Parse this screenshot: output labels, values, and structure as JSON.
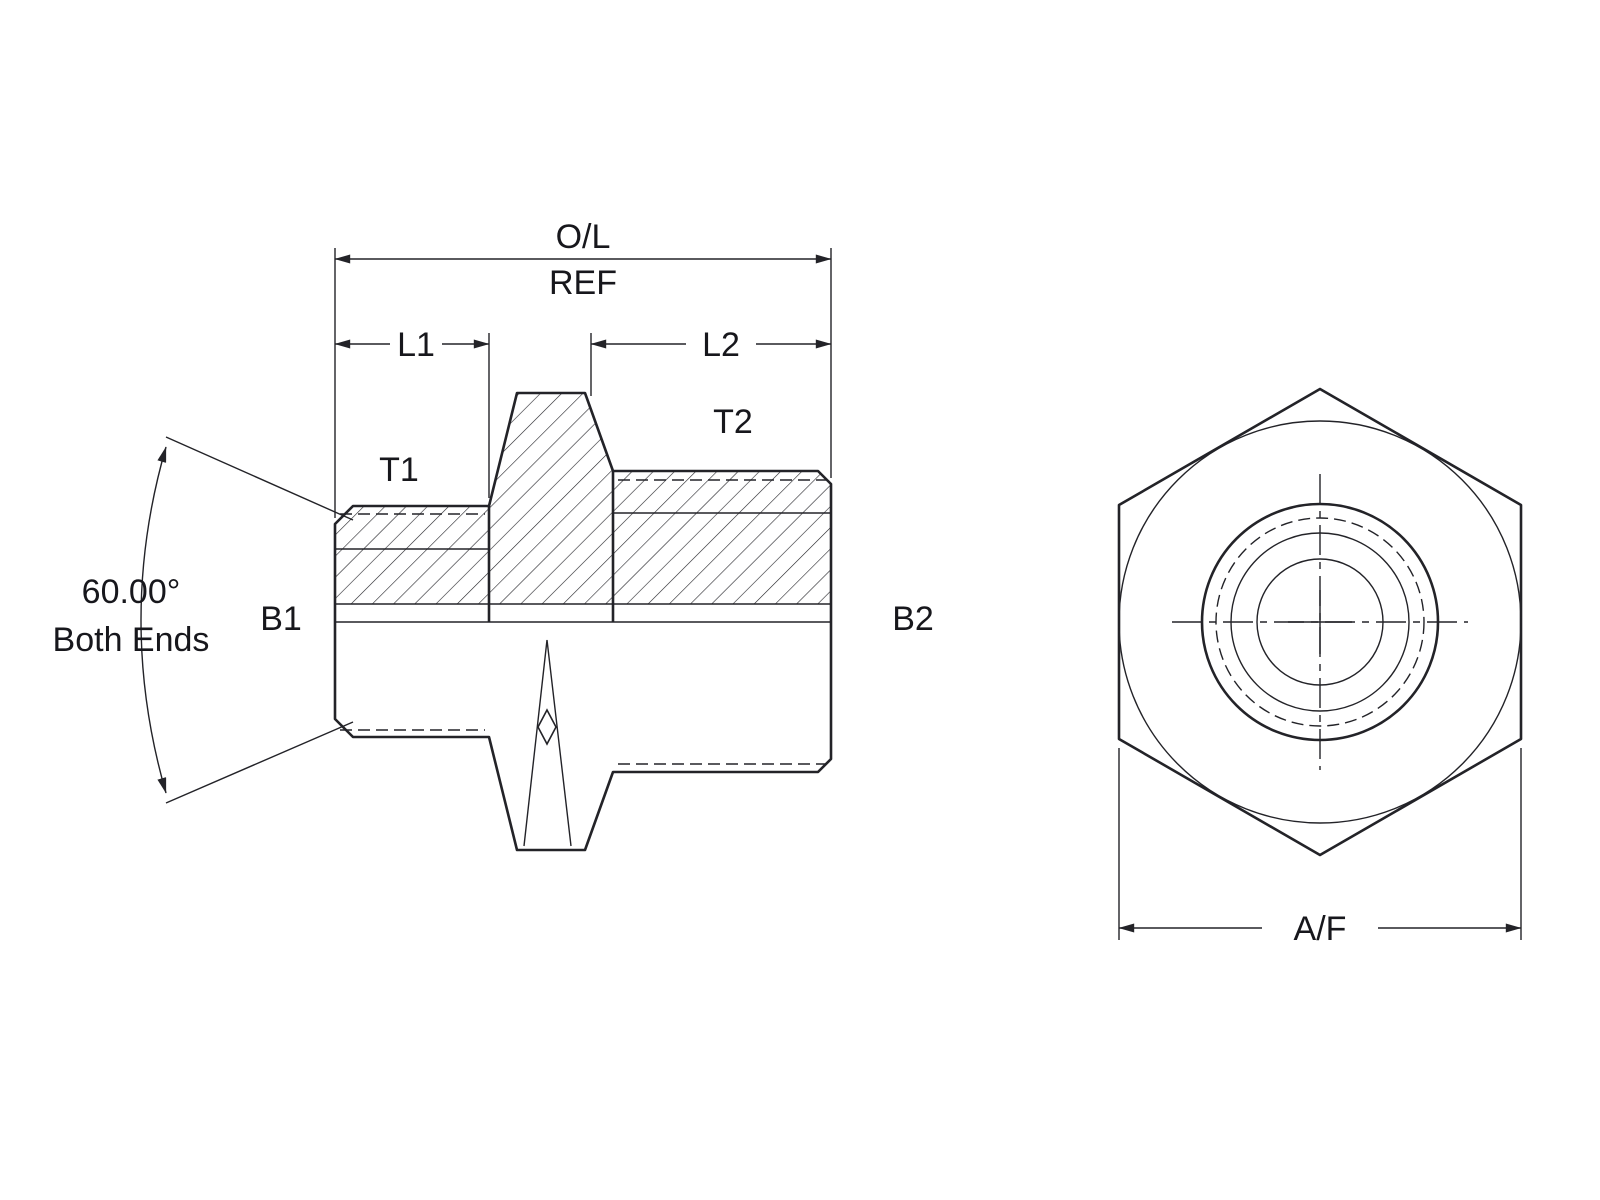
{
  "diagram": {
    "type": "technical-drawing",
    "subject": "hydraulic-adapter-fitting",
    "colors": {
      "line": "#232328",
      "text": "#17171c",
      "background": "#ffffff"
    },
    "side_view": {
      "dimensions": {
        "overall_length": "O/L",
        "overall_length_ref": "REF",
        "l1": "L1",
        "l2": "L2"
      },
      "labels": {
        "t1": "T1",
        "t2": "T2",
        "b1": "B1",
        "b2": "B2"
      },
      "angle": {
        "value": "60.00°",
        "note": "Both Ends"
      }
    },
    "end_view": {
      "dimensions": {
        "across_flats": "A/F"
      }
    }
  }
}
